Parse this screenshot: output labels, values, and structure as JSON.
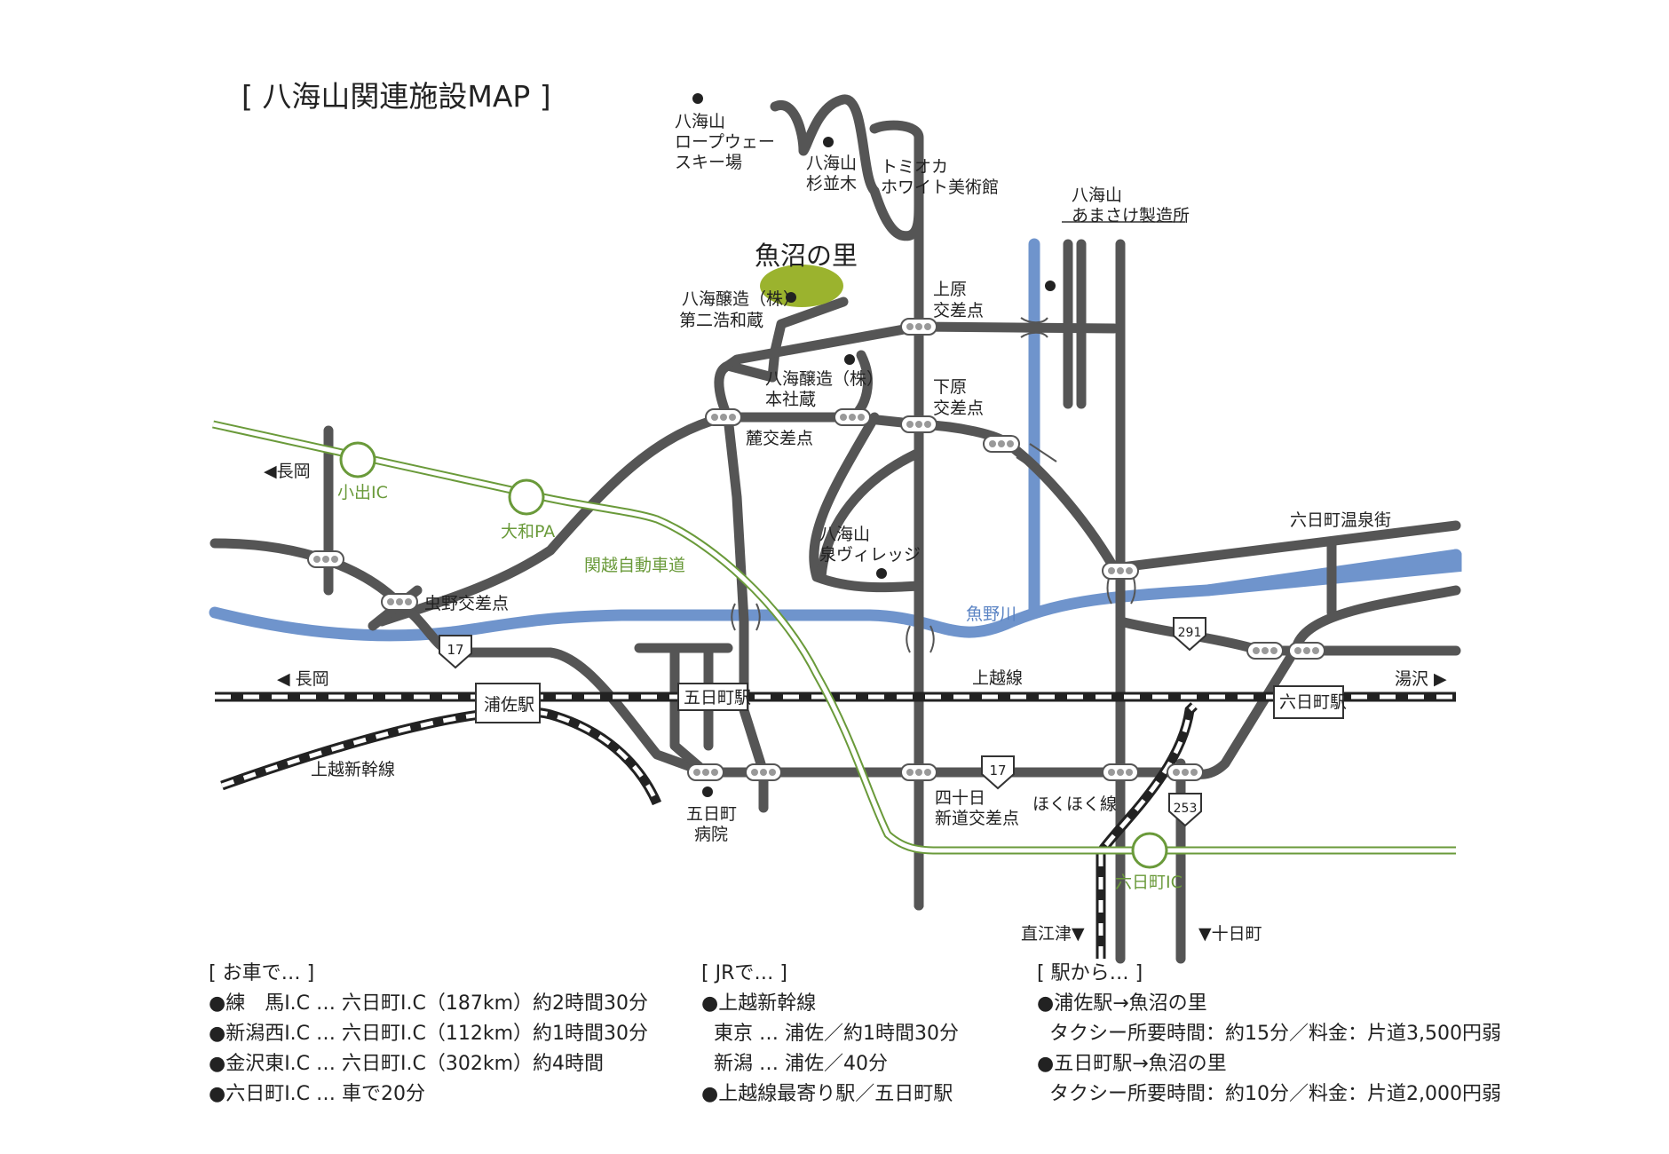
{
  "title": "[ 八海山関連施設MAP ]",
  "colors": {
    "road": "#555555",
    "river": "#6f94cc",
    "expressway": "#6a9a3a",
    "highlight": "#9bb32e"
  },
  "places": {
    "uonuma": "魚沼の里",
    "ropeway_1": "八海山",
    "ropeway_2": "ロープウェー",
    "ropeway_3": "スキー場",
    "sugi_1": "八海山",
    "sugi_2": "杉並木",
    "tomioka_1": "トミオカ",
    "tomioka_2": "ホワイト美術館",
    "amasake_1": "八海山",
    "amasake_2": "あまさけ製造所",
    "brewery2_1": "八海醸造（株）",
    "brewery2_2": "第二浩和蔵",
    "honsha_1": "八海醸造（株）",
    "honsha_2": "本社蔵",
    "village_1": "八海山",
    "village_2": "泉ヴィレッジ",
    "hospital_1": "五日町",
    "hospital_2": "病院",
    "onsen": "六日町温泉街"
  },
  "intersections": {
    "uehara_1": "上原",
    "uehara_2": "交差点",
    "shimohara_1": "下原",
    "shimohara_2": "交差点",
    "fumoto": "麓交差点",
    "mushino": "虫野交差点",
    "yotsuka_1": "四十日",
    "yotsuka_2": "新道交差点"
  },
  "stations": {
    "urasa": "浦佐駅",
    "itsukamachi": "五日町駅",
    "muikamachi": "六日町駅"
  },
  "lines": {
    "joetsu": "上越線",
    "shinkansen": "上越新幹線",
    "hokuhoku": "ほくほく線",
    "expressway": "関越自動車道"
  },
  "interchanges": {
    "koide": "小出IC",
    "yamato": "大和PA",
    "muikamachi_ic": "六日町IC"
  },
  "river": "魚野川",
  "directions": {
    "nagaoka_top": "◀長岡",
    "nagaoka_rail": "◀ 長岡",
    "yuzawa": "湯沢 ▶",
    "naoetsu": "直江津▼",
    "tokamachi": "▼十日町"
  },
  "route_numbers": {
    "r17a": "17",
    "r17b": "17",
    "r291": "291",
    "r253": "253"
  },
  "legend": {
    "car": {
      "title": "[ お車で… ]",
      "lines": [
        "●練　馬I.C … 六日町I.C（187km）約2時間30分",
        "●新潟西I.C … 六日町I.C（112km）約1時間30分",
        "●金沢東I.C … 六日町I.C（302km）約4時間",
        "●六日町I.C … 車で20分"
      ]
    },
    "jr": {
      "title": "[ JRで… ]",
      "lines": [
        "●上越新幹線",
        "  東京 … 浦佐／約1時間30分",
        "  新潟 … 浦佐／40分",
        "●上越線最寄り駅／五日町駅"
      ]
    },
    "station": {
      "title": "[ 駅から… ]",
      "lines": [
        "●浦佐駅→魚沼の里",
        "  タクシー所要時間：約15分／料金：片道3,500円弱",
        "●五日町駅→魚沼の里",
        "  タクシー所要時間：約10分／料金：片道2,000円弱"
      ]
    }
  }
}
